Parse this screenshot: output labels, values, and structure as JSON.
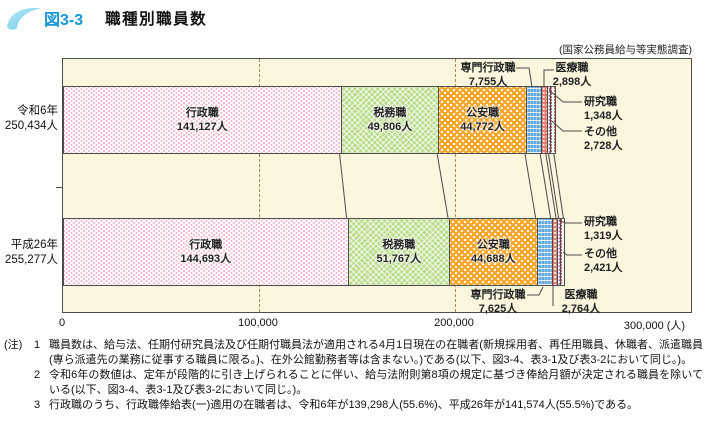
{
  "header": {
    "figure_no": "図3-3",
    "title": "職種別職員数"
  },
  "source_note": "(国家公務員給与等実態調査)",
  "chart_data": {
    "type": "bar",
    "orientation": "horizontal-stacked",
    "title": "職種別職員数",
    "unit": "人",
    "x_axis": {
      "min": 0,
      "max_shown": 300000,
      "ticks": [
        "0",
        "100,000",
        "200,000",
        "300,000"
      ],
      "unit_suffix": "(人)",
      "gridlines_at": [
        100000,
        200000
      ],
      "gridline_style": "dashed"
    },
    "categories": [
      "行政職",
      "税務職",
      "公安職",
      "専門行政職",
      "医療職",
      "研究職",
      "その他"
    ],
    "bars": [
      {
        "label": "令和6年",
        "total": 250434,
        "total_label": "250,434人",
        "values": [
          141127,
          49806,
          44772,
          7755,
          2898,
          1348,
          2728
        ],
        "value_labels": [
          "141,127人",
          "49,806人",
          "44,772人",
          "7,755人",
          "2,898人",
          "1,348人",
          "2,728人"
        ]
      },
      {
        "label": "平成26年",
        "total": 255277,
        "total_label": "255,277人",
        "values": [
          144693,
          51767,
          44688,
          7625,
          2764,
          1319,
          2421
        ],
        "value_labels": [
          "144,693人",
          "51,767人",
          "44,688人",
          "7,625人",
          "2,764人",
          "1,319人",
          "2,421人"
        ]
      }
    ],
    "pattern_colors": {
      "行政職": "#f590b5",
      "税務職": "#b9dd8b",
      "公安職": "#f9a72b",
      "専門行政職": "#64a9de",
      "医療職": "#ea7b6b",
      "研究職": "#8e7cc3",
      "その他": "#e05c4f"
    },
    "plot_background": "#fcf6de"
  },
  "notes": {
    "marker": "(注)",
    "items": [
      {
        "num": "1",
        "text": "職員数は、給与法、任期付研究員法及び任期付職員法が適用される4月1日現在の在職者(新規採用者、再任用職員、休職者、派遣職員(専ら派遣先の業務に従事する職員に限る。)、在外公館勤務者等は含まない。)である(以下、図3-4、表3-1及び表3-2において同じ。)。"
      },
      {
        "num": "2",
        "text": "令和6年の数値は、定年が段階的に引き上げられることに伴い、給与法附則第8項の規定に基づき俸給月額が決定される職員を除いている(以下、図3-4、表3-1及び表3-2において同じ。)。"
      },
      {
        "num": "3",
        "text": "行政職のうち、行政職俸給表(一)適用の在職者は、令和6年が139,298人(55.6%)、平成26年が141,574人(55.5%)である。"
      }
    ]
  }
}
